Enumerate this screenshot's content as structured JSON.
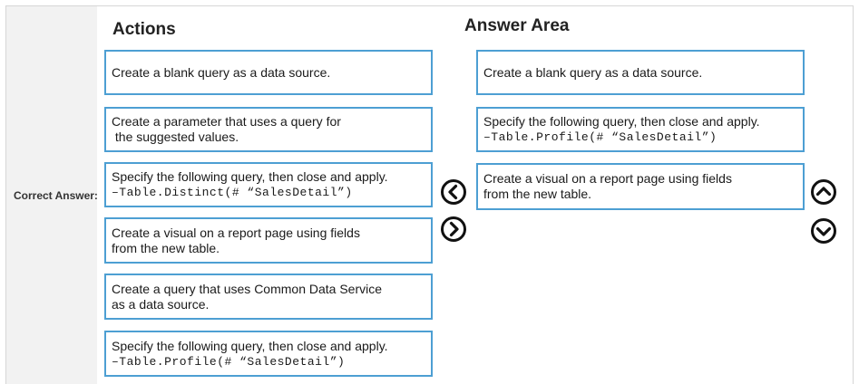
{
  "page": {
    "correct_answer_label": "Correct Answer:",
    "actions_heading": "Actions",
    "answer_heading": "Answer Area"
  },
  "actions": [
    {
      "line1": "Create a blank query as a data source.",
      "line2": "",
      "code": ""
    },
    {
      "line1": "Create a parameter that uses a query for",
      "line2": " the suggested values.",
      "code": ""
    },
    {
      "line1": "Specify the following query, then close and apply.",
      "line2": "",
      "code": "–Table.Distinct(# “SalesDetail”)"
    },
    {
      "line1": "Create a visual on a report page using fields",
      "line2": "from the new table.",
      "code": ""
    },
    {
      "line1": "Create a query that uses Common Data Service",
      "line2": "as a data source.",
      "code": ""
    },
    {
      "line1": "Specify the following query, then close and apply.",
      "line2": "",
      "code": "–Table.Profile(# “SalesDetail”)"
    }
  ],
  "answers": [
    {
      "line1": "Create a blank query as a data source.",
      "line2": "",
      "code": ""
    },
    {
      "line1": "Specify the following query, then close and apply.",
      "line2": "",
      "code": "–Table.Profile(# “SalesDetail”)"
    },
    {
      "line1": "Create a visual on a report page using fields",
      "line2": "from the new table.",
      "code": ""
    }
  ],
  "icons": {
    "move_left": "chevron-left-circle-icon",
    "move_right": "chevron-right-circle-icon",
    "move_up": "chevron-up-circle-icon",
    "move_down": "chevron-down-circle-icon"
  },
  "colors": {
    "box_border": "#4d9fd3",
    "label_column_bg": "#f2f2f2",
    "icon": "#111111"
  }
}
